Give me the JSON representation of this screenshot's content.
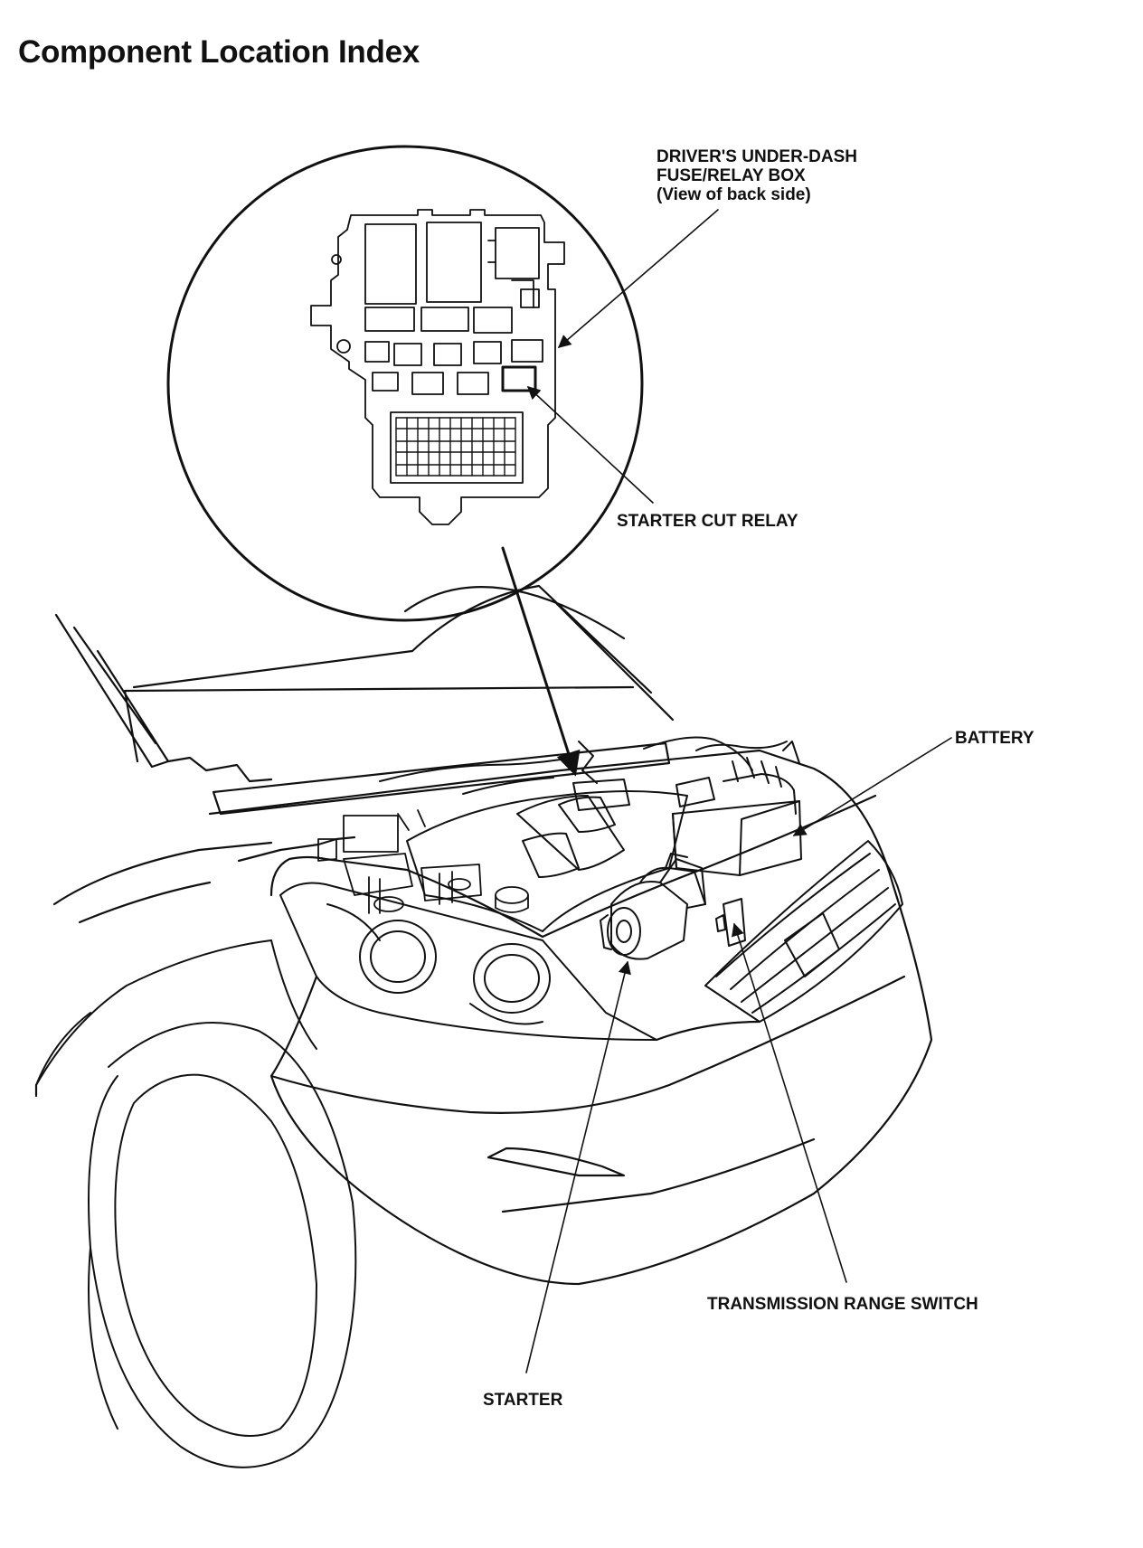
{
  "page": {
    "title": "Component Location Index"
  },
  "callouts": {
    "fuse_box_line1": "DRIVER'S UNDER-DASH",
    "fuse_box_line2": "FUSE/RELAY BOX",
    "fuse_box_line3": "(View of back side)",
    "starter_cut_relay": "STARTER CUT RELAY",
    "battery": "BATTERY",
    "transmission_range_switch": "TRANSMISSION RANGE SWITCH",
    "starter": "STARTER"
  },
  "colors": {
    "ink": "#111111",
    "paper": "#ffffff"
  }
}
